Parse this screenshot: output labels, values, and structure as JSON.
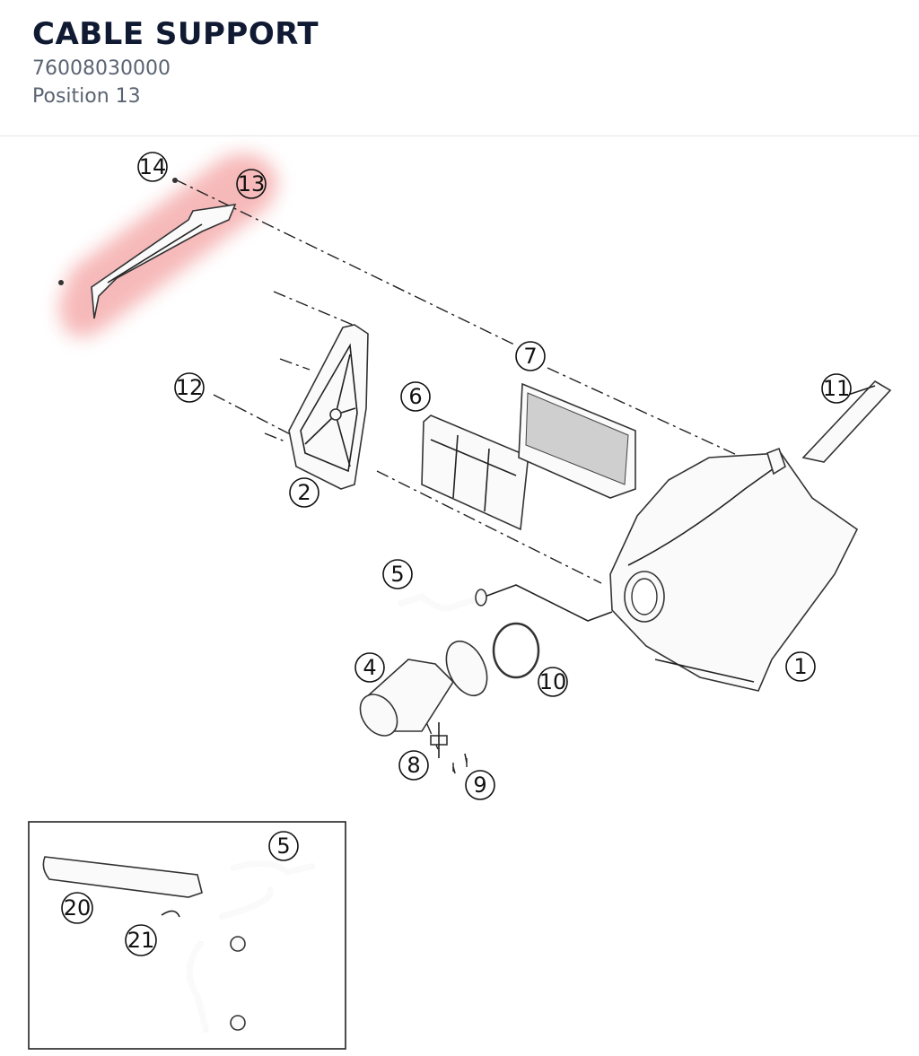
{
  "header": {
    "title": "CABLE SUPPORT",
    "part_number": "76008030000",
    "position": "Position 13"
  },
  "diagram": {
    "highlight_color": "#f08080",
    "callouts": [
      "1",
      "2",
      "4",
      "5",
      "6",
      "7",
      "8",
      "9",
      "10",
      "11",
      "12",
      "13",
      "14"
    ],
    "inset_callouts": [
      "5",
      "20",
      "21"
    ]
  }
}
